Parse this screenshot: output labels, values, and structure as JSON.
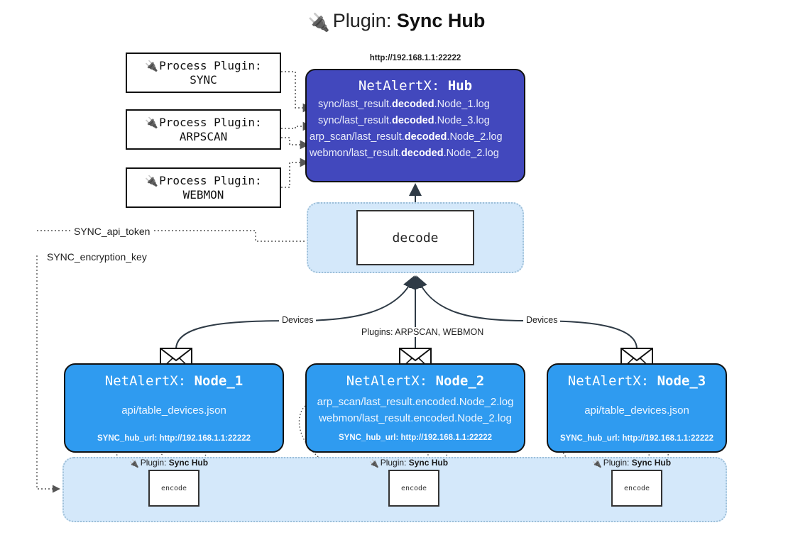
{
  "title": {
    "icon": "plug-icon",
    "prefix": "Plugin: ",
    "name": "Sync Hub"
  },
  "process_plugins": [
    {
      "icon": "plug-icon",
      "label": "Process Plugin:",
      "name": "SYNC"
    },
    {
      "icon": "plug-icon",
      "label": "Process Plugin:",
      "name": "ARPSCAN"
    },
    {
      "icon": "plug-icon",
      "label": "Process Plugin:",
      "name": "WEBMON"
    }
  ],
  "hub": {
    "url": "http://192.168.1.1:22222",
    "title_prefix": "NetAlertX: ",
    "title_name": "Hub",
    "logs": [
      {
        "pre": "sync/last_result.",
        "mid": "decoded",
        "post": ".Node_1.log"
      },
      {
        "pre": "sync/last_result.",
        "mid": "decoded",
        "post": ".Node_3.log"
      },
      {
        "pre": "arp_scan/last_result.",
        "mid": "decoded",
        "post": ".Node_2.log"
      },
      {
        "pre": "webmon/last_result.",
        "mid": "decoded",
        "post": ".Node_2.log"
      }
    ]
  },
  "decode": {
    "label": "decode"
  },
  "side_labels": {
    "api_token": "SYNC_api_token",
    "encryption_key": "SYNC_encryption_key"
  },
  "edge_labels": {
    "devices_left": "Devices",
    "devices_right": "Devices",
    "plugins_mid": "Plugins: ARPSCAN, WEBMON"
  },
  "nodes": [
    {
      "title_prefix": "NetAlertX: ",
      "title_name": "Node_1",
      "lines": [
        "api/table_devices.json"
      ],
      "hub_url_label": "SYNC_hub_url: http://192.168.1.1:22222"
    },
    {
      "title_prefix": "NetAlertX: ",
      "title_name": "Node_2",
      "lines": [
        "arp_scan/last_result.encoded.Node_2.log",
        "webmon/last_result.encoded.Node_2.log"
      ],
      "hub_url_label": "SYNC_hub_url: http://192.168.1.1:22222"
    },
    {
      "title_prefix": "NetAlertX: ",
      "title_name": "Node_3",
      "lines": [
        "api/table_devices.json"
      ],
      "hub_url_label": "SYNC_hub_url: http://192.168.1.1:22222"
    }
  ],
  "encoders": [
    {
      "caption_prefix": "Plugin: ",
      "caption_name": "Sync Hub",
      "label": "encode"
    },
    {
      "caption_prefix": "Plugin: ",
      "caption_name": "Sync Hub",
      "label": "encode"
    },
    {
      "caption_prefix": "Plugin: ",
      "caption_name": "Sync Hub",
      "label": "encode"
    }
  ],
  "colors": {
    "hub_fill": "#4248bd",
    "node_fill": "#2f9bf0",
    "container_fill": "#d4e8fa",
    "container_border": "#9dbfd8",
    "stroke": "#333333"
  }
}
